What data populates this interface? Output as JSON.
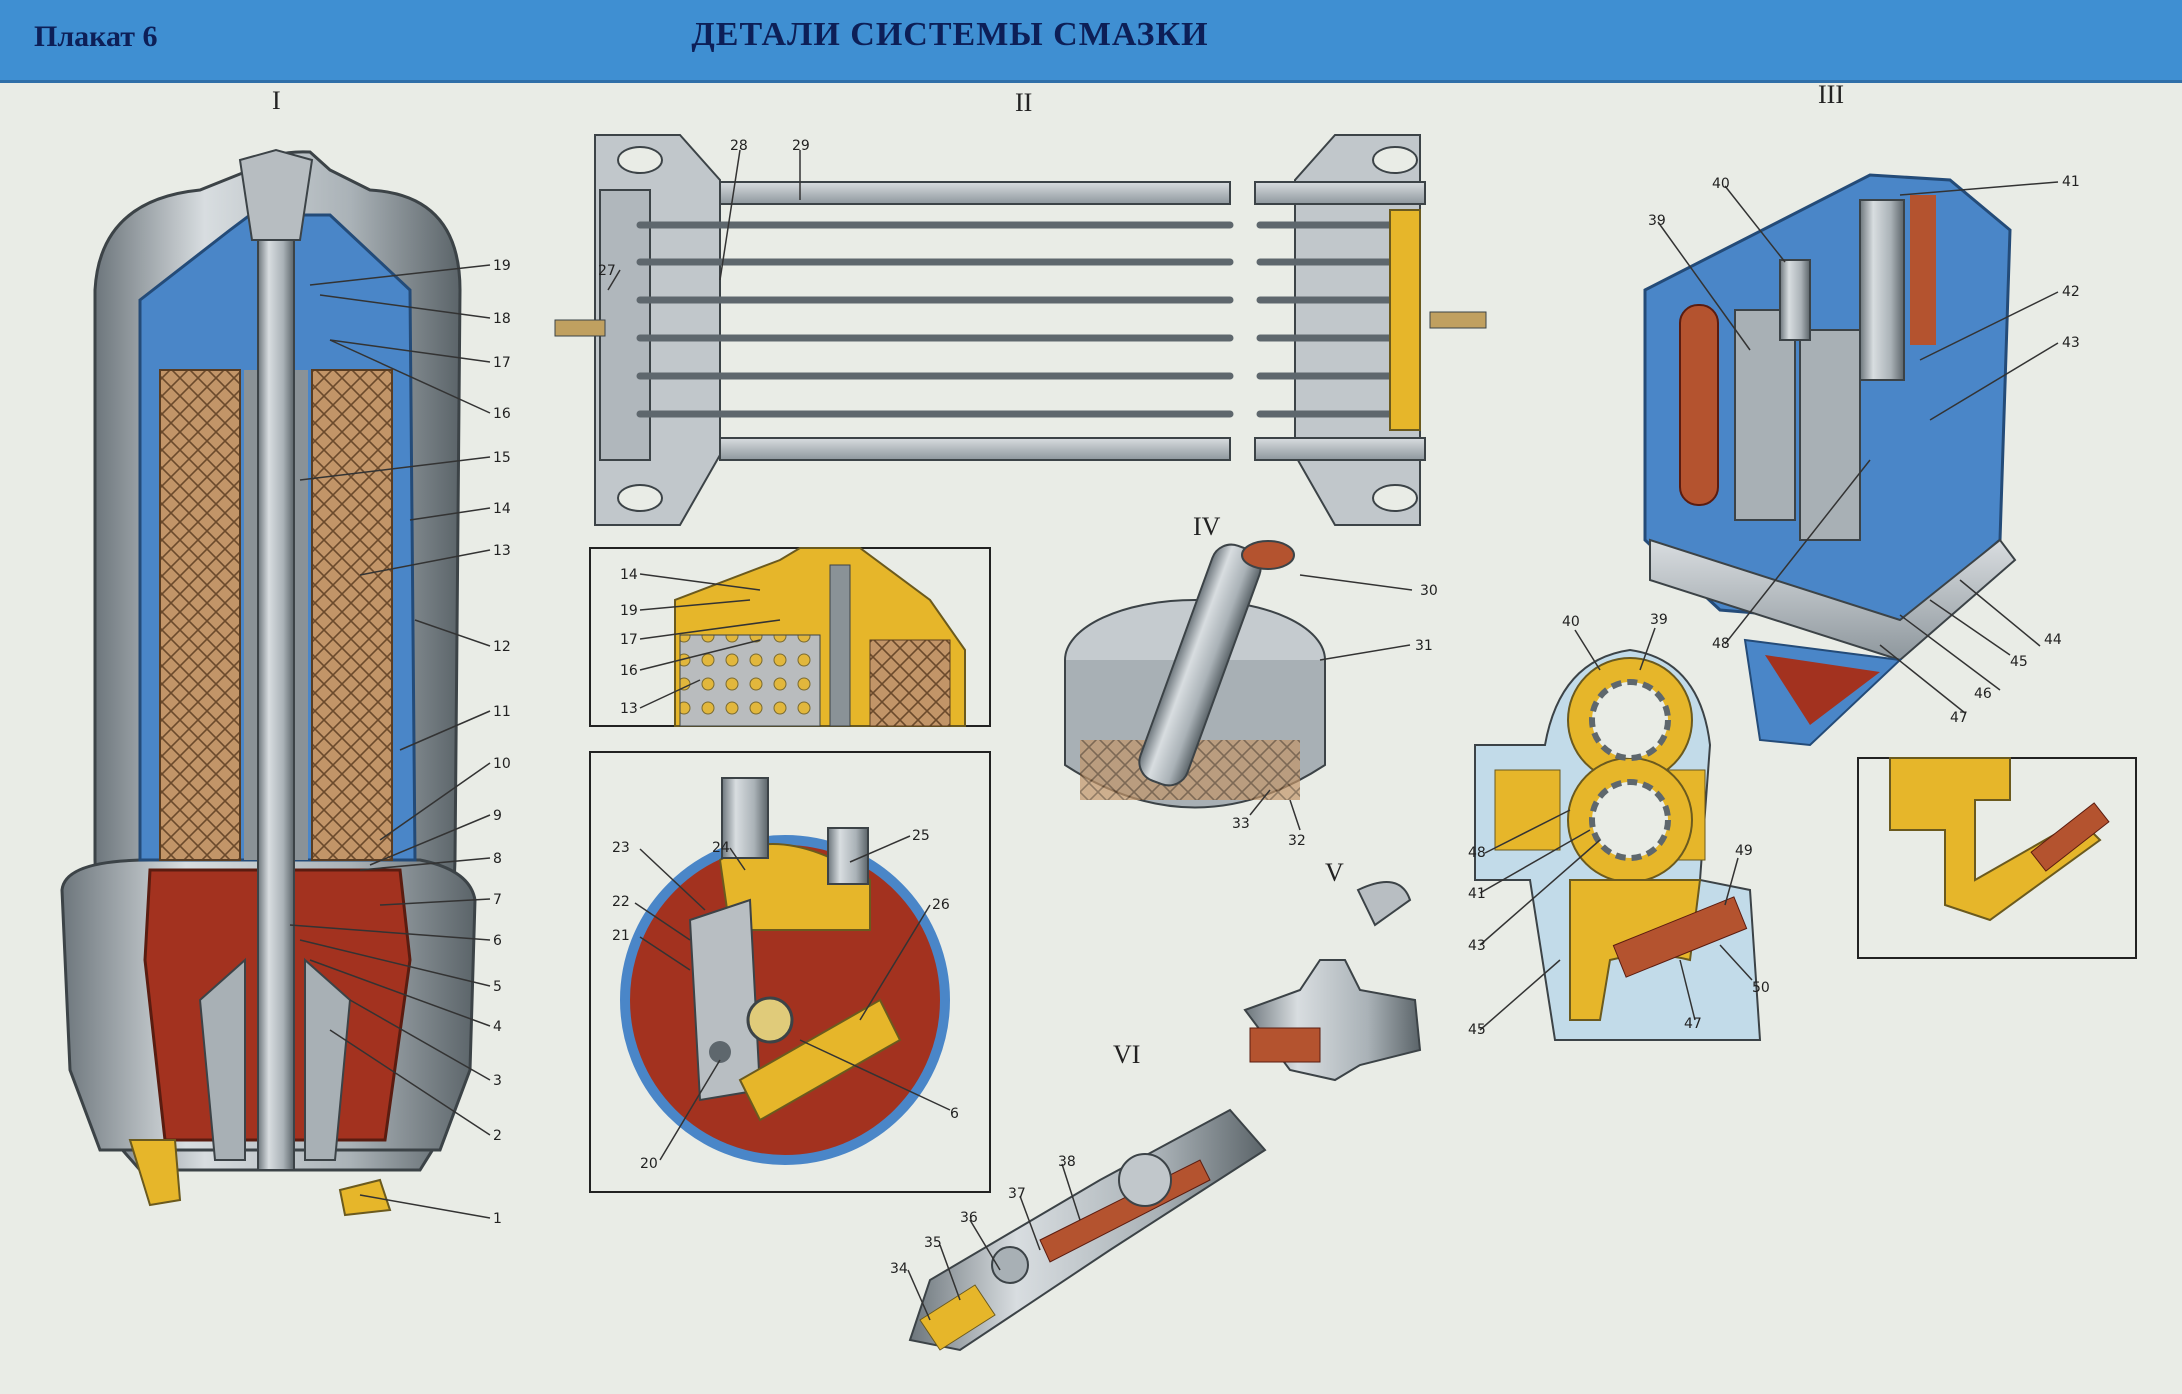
{
  "header": {
    "plate": "Плакат 6",
    "title": "ДЕТАЛИ СИСТЕМЫ СМАЗКИ"
  },
  "sections": [
    "I",
    "II",
    "III",
    "IV",
    "V",
    "VI"
  ],
  "callouts": {
    "n1": "1",
    "n2": "2",
    "n3": "3",
    "n4": "4",
    "n5": "5",
    "n6": "6",
    "n7": "7",
    "n8": "8",
    "n9": "9",
    "n10": "10",
    "n11": "11",
    "n12": "12",
    "n13": "13",
    "n14": "14",
    "n15": "15",
    "n16": "16",
    "n17": "17",
    "n18": "18",
    "n19": "19",
    "n20": "20",
    "n21": "21",
    "n22": "22",
    "n23": "23",
    "n24": "24",
    "n25": "25",
    "n26": "26",
    "n27": "27",
    "n28": "28",
    "n29": "29",
    "n30": "30",
    "n31": "31",
    "n32": "32",
    "n33": "33",
    "n34": "34",
    "n35": "35",
    "n36": "36",
    "n37": "37",
    "n38": "38",
    "n39": "39",
    "n40": "40",
    "n41": "41",
    "n42": "42",
    "n43": "43",
    "n44": "44",
    "n45": "45",
    "n46": "46",
    "n47": "47",
    "n48": "48",
    "n49": "49",
    "n50": "50"
  },
  "colors": {
    "header": "#3f8fd2",
    "background": "#e9ece6",
    "metal": "#b8bec2",
    "metal_dark": "#5e676d",
    "oil_yellow": "#e6b62a",
    "oil_red": "#a3321f",
    "cutaway_blue": "#4a86c8",
    "filter_element": "#b88a5a",
    "copper": "#b4532f"
  }
}
